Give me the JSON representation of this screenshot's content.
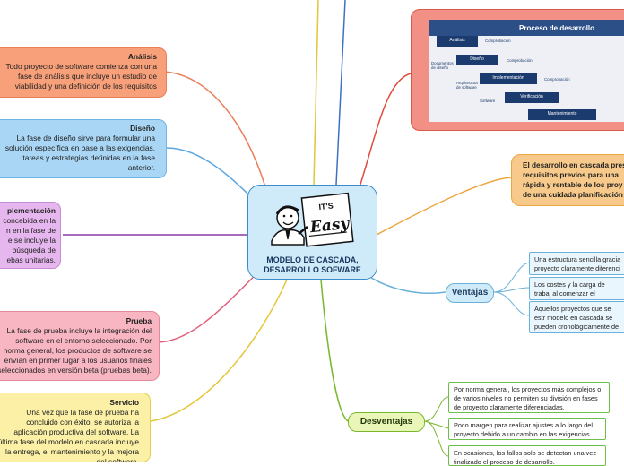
{
  "central": {
    "title": "MODELO DE CASCADA, DESARROLLO SOFWARE",
    "sign_text_1": "IT'S",
    "sign_text_2": "Easy"
  },
  "left_nodes": [
    {
      "title": "Análisis",
      "text": "Todo proyecto de software comienza con una fase de análisis que incluye un estudio de viabilidad y una definición de los requisitos",
      "color": "#f7a07a"
    },
    {
      "title": "Diseño",
      "text": "La fase de diseño sirve para formular una solución específica en base a las exigencias, tareas y estrategias definidas en la fase anterior.",
      "color": "#a9d6f5"
    },
    {
      "title": "Implementación",
      "text": "concebida en la ... en la fase de ... se incluye la ... búsqueda de ... ebas unitarias.",
      "color": "#e6b7ee"
    },
    {
      "title": "Prueba",
      "text": "La fase de prueba incluye la integración del software en el entorno seleccionado. Por norma general, los productos de software se envían en primer lugar a los usuarios finales seleccionados en versión beta (pruebas beta).",
      "color": "#f8b6c3"
    },
    {
      "title": "Servicio",
      "text": "Una vez que la fase de prueba ha concluido con éxito, se autoriza la aplicación productiva del software. La última fase del modelo en cascada incluye la entrega, el mantenimiento y la mejora del software.",
      "color": "#fbf0a6"
    }
  ],
  "impl_lines": [
    "plementación",
    "concebida en la",
    "n en la fase de",
    "e se incluye la",
    "búsqueda de",
    "ebas unitarias."
  ],
  "image_node": {
    "title": "Proceso de desarrollo",
    "steps": [
      "Análisis",
      "Diseño",
      "Implementación",
      "Verificación",
      "Mantenimiento"
    ],
    "labels": [
      "Comprobación",
      "Documentos de diseño",
      "Comprobación",
      "Arquitectura de software",
      "Comprobación",
      "Software"
    ]
  },
  "conclusion": {
    "text": "El desarrollo en cascada pres... requisitos previos para una ... rápida y rentable de los proy... de una cuidada planificación."
  },
  "conclusion_lines": [
    "El desarrollo en cascada pres",
    "requisitos previos para una",
    "rápida y rentable de los proy",
    "de una cuidada planificación"
  ],
  "ventajas": {
    "label": "Ventajas",
    "items": [
      "Una estructura sencilla gracia proyecto claramente diferenci",
      "Los costes y la carga de trabaj al comenzar el proyecto.",
      "Aquellos proyectos que se estr modelo en cascada se pueden cronológicamente de forma se"
    ]
  },
  "desventajas": {
    "label": "Desventajas",
    "items": [
      "Por norma general, los proyectos más complejos o de varios niveles no permiten su división en fases de proyecto claramente diferenciadas.",
      "Poco margen para realizar ajustes a lo largo del proyecto debido a un cambio en las exigencias.",
      "En ocasiones, los fallos solo se detectan una vez finalizado el proceso de desarrollo."
    ]
  },
  "colors": {
    "analisis": "#f7a07a",
    "diseno": "#a9d6f5",
    "implementacion": "#e6b7ee",
    "prueba": "#f8b6c3",
    "servicio": "#fbf0a6",
    "image": "#f39085",
    "conclusion": "#f7c98a",
    "ventajas": "#cfeaf8",
    "desventajas": "#e9f6b8"
  }
}
